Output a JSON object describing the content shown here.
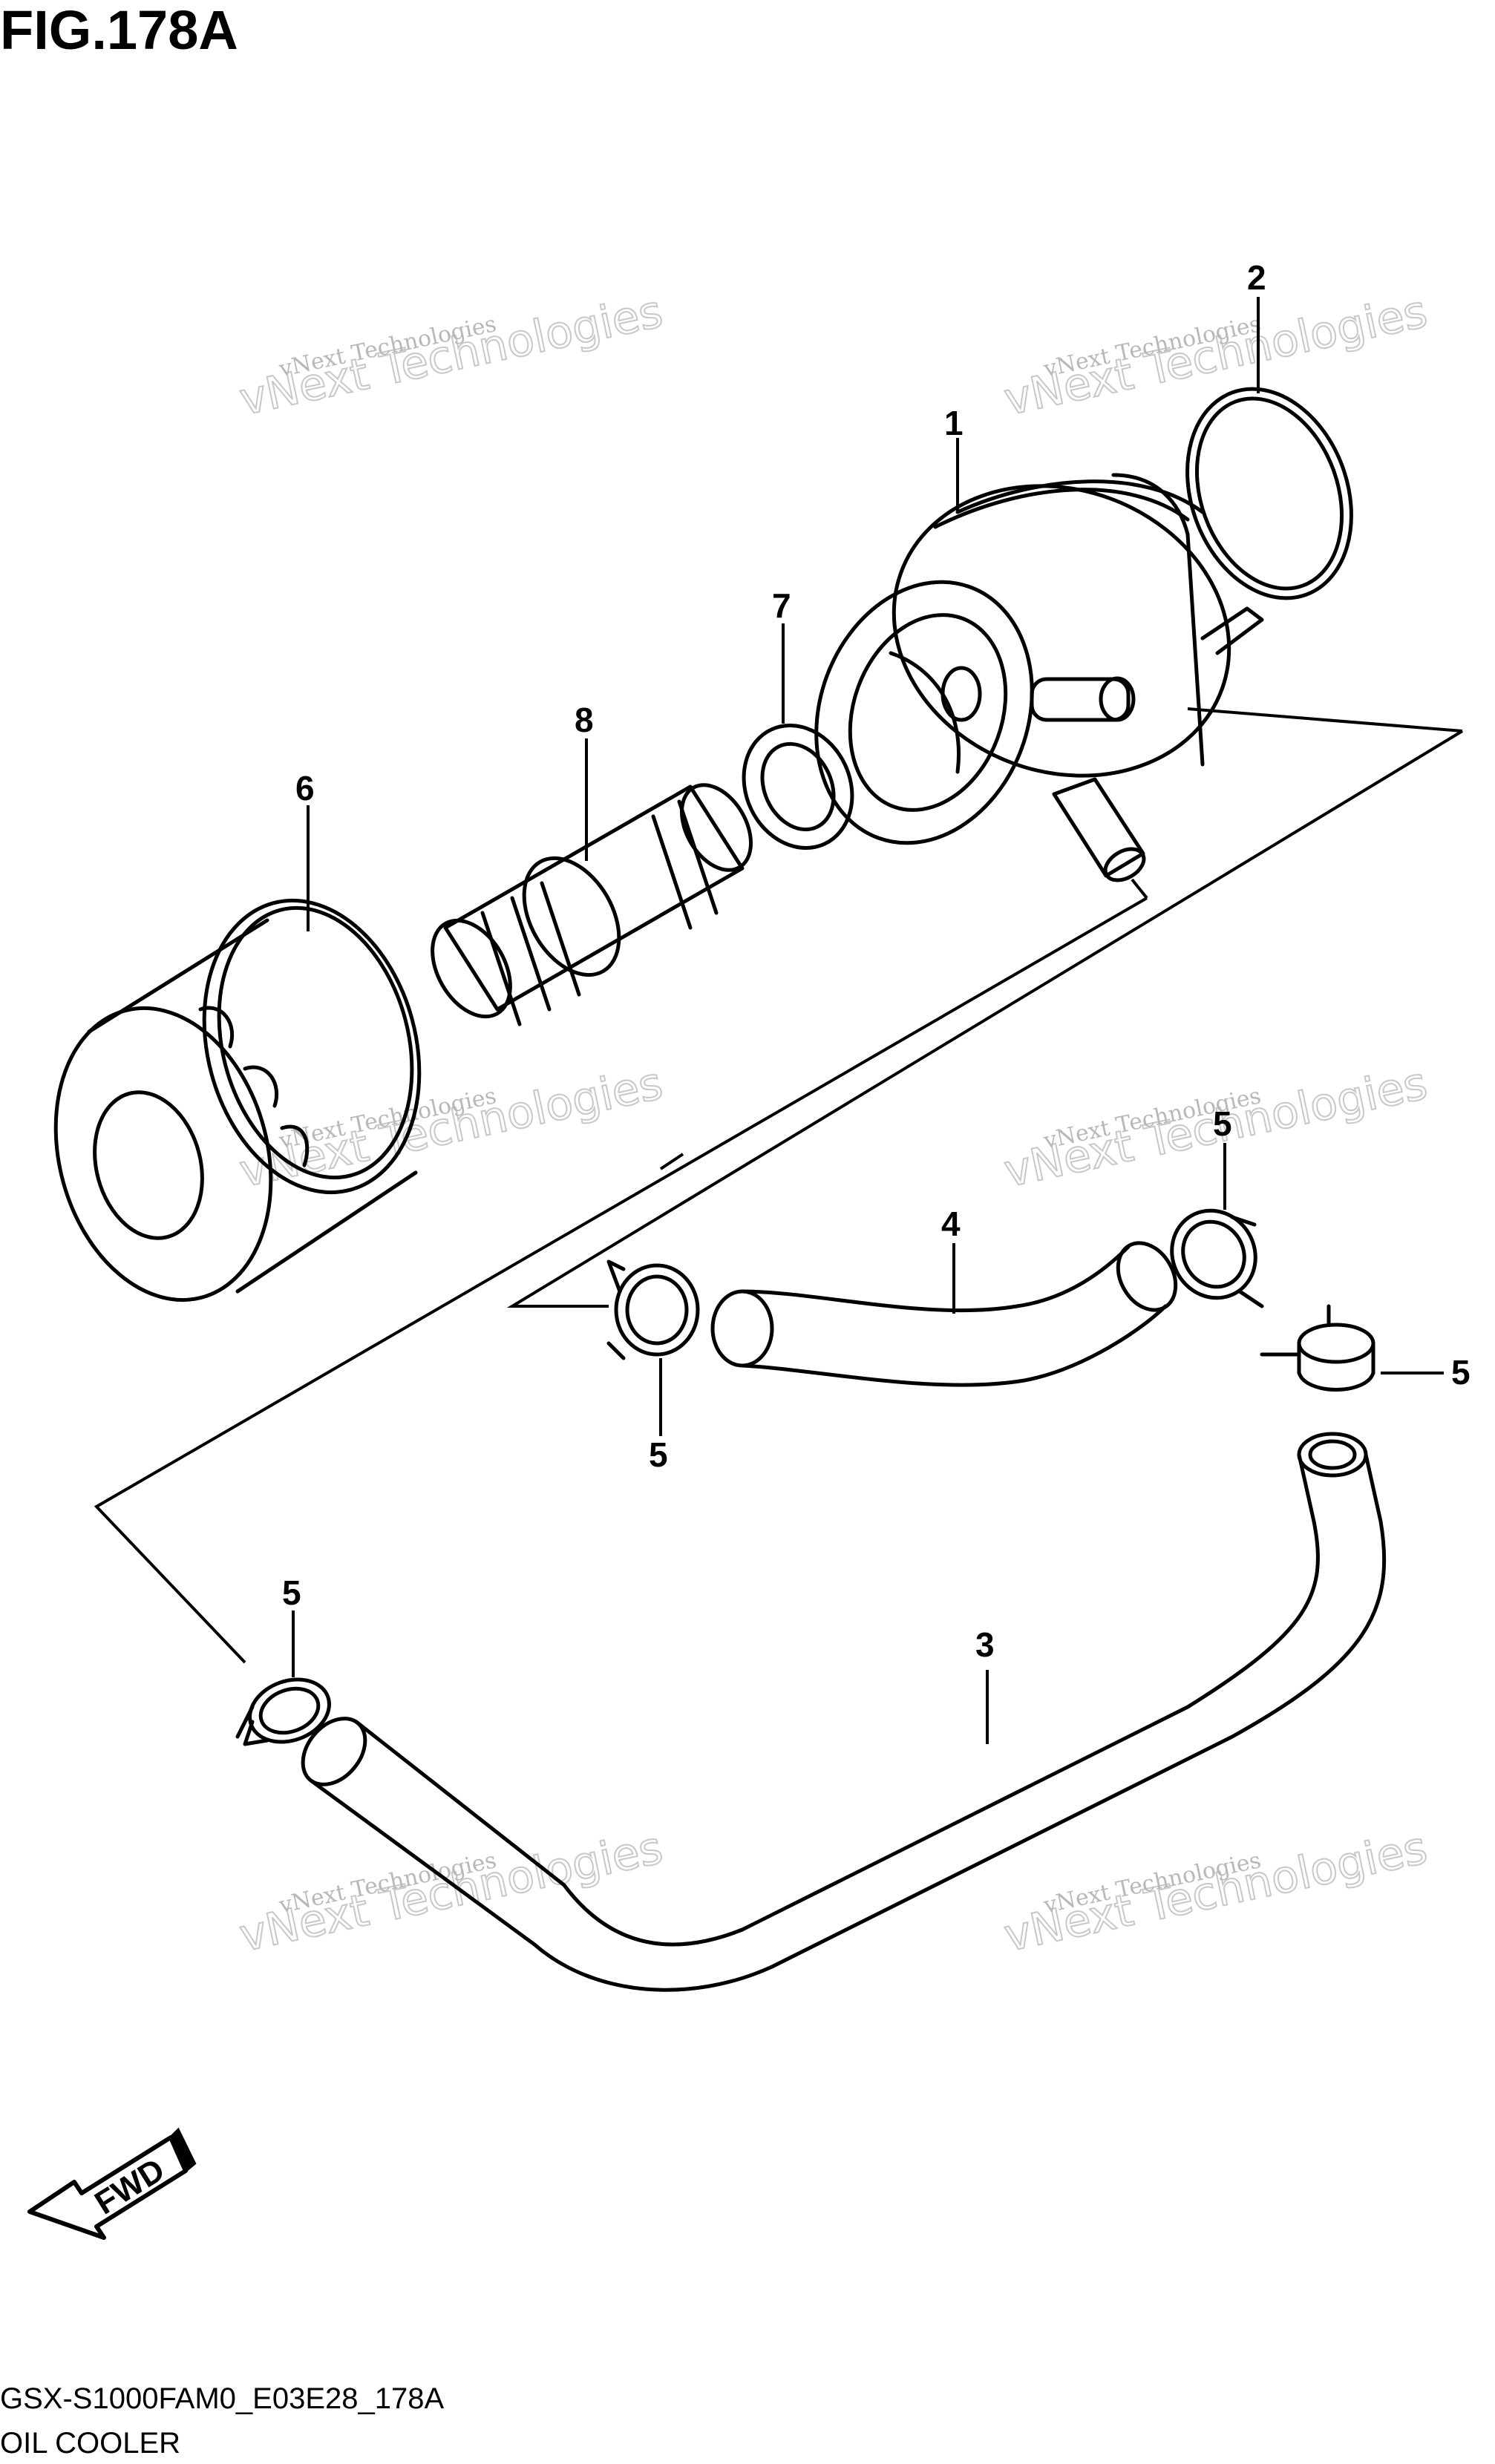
{
  "figure": {
    "title": "FIG.178A",
    "code": "GSX-S1000FAM0_E03E28_178A",
    "caption": "OIL COOLER"
  },
  "direction_marker": {
    "label": "FWD",
    "icon": "forward-arrow-icon"
  },
  "watermark": {
    "line1": "vNext Technologies",
    "line2": "vNext Technologies"
  },
  "callouts": {
    "c1": "1",
    "c2": "2",
    "c3": "3",
    "c4": "4",
    "c5a": "5",
    "c5b": "5",
    "c5c": "5",
    "c5d": "5",
    "c6": "6",
    "c7": "7",
    "c8": "8"
  }
}
